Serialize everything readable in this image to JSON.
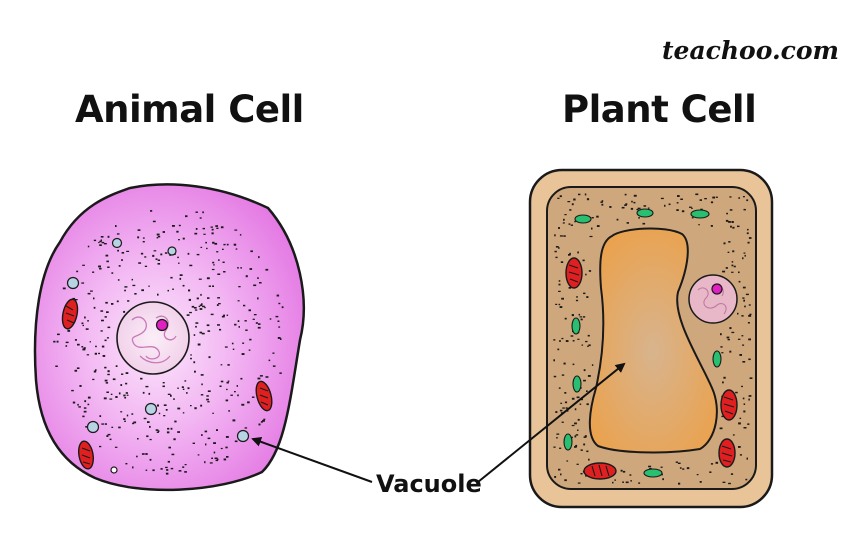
{
  "watermark": "teachoo.com",
  "animal_cell": {
    "title": "Animal Cell"
  },
  "plant_cell": {
    "title": "Plant Cell"
  },
  "annotation": {
    "label": "Vacuole"
  },
  "colors": {
    "animal_cytoplasm": "#f0a0f0",
    "animal_center": "#f8d6f8",
    "animal_edge": "#e070e0",
    "nucleus_fill": "#f7e0f2",
    "nucleolus": "#e020c0",
    "mitochondria": "#e02020",
    "animal_vacuole": "#b8d4e4",
    "plant_wall": "#e8c498",
    "plant_cytoplasm": "#cfa77c",
    "plant_vacuole": "#eaa45c",
    "chloroplast": "#28c070",
    "outline": "#1a1a1a"
  }
}
